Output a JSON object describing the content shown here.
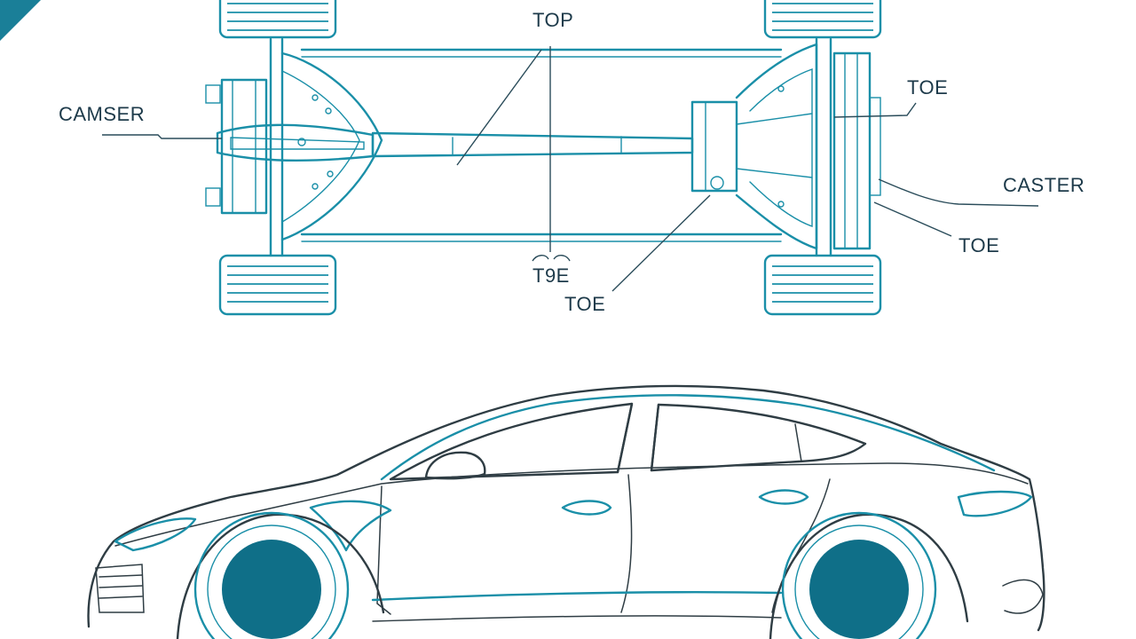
{
  "diagram": {
    "labels": {
      "top": "TOP",
      "camser": "CAMSER",
      "toe_right_upper": "TOE",
      "caster": "CASTER",
      "toe_right_lower": "TOE",
      "toe_center_small": "T9E",
      "toe_center": "TOE"
    }
  },
  "colors": {
    "accent": "#1a8fa8",
    "corner_triangle": "#1a7f98",
    "line_dark": "#2f3d44",
    "hub_fill": "#0f6f88"
  }
}
